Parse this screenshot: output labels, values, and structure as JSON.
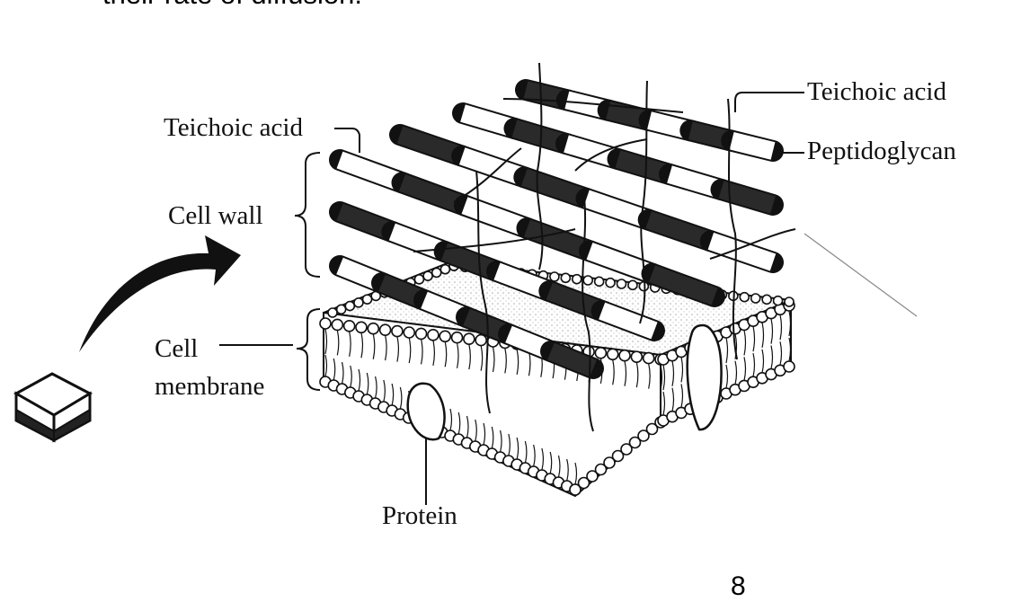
{
  "slide": {
    "text_fragment": "their rate of diffusion.",
    "page_number": "8"
  },
  "diagram": {
    "labels": {
      "teichoic_acid_left": "Teichoic acid",
      "teichoic_acid_right": "Teichoic acid",
      "peptidoglycan": "Peptidoglycan",
      "cell_wall": "Cell wall",
      "cell_membrane_line1": "Cell",
      "cell_membrane_line2": "membrane",
      "protein": "Protein"
    }
  },
  "colors": {
    "ink": "#111111",
    "rod_dark": "#2a2a2a",
    "rod_light": "#ffffff"
  }
}
